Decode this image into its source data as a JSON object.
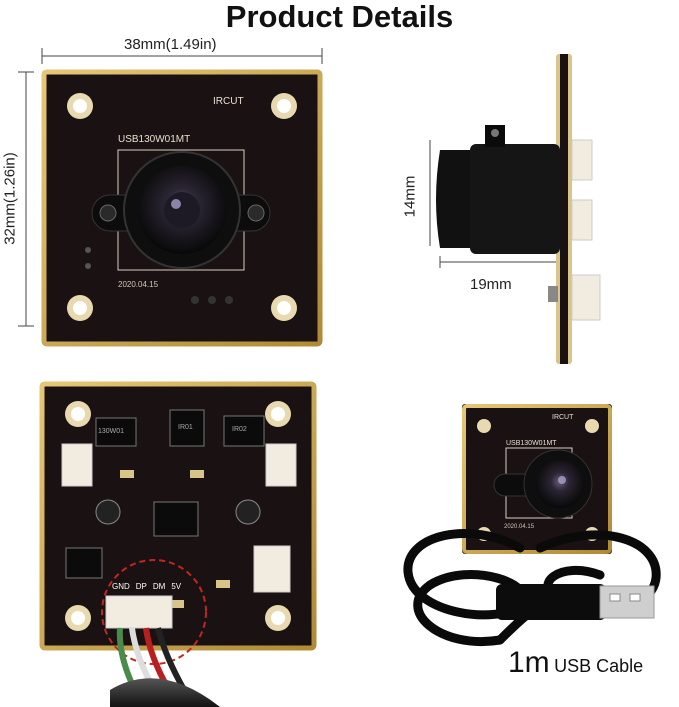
{
  "title": "Product Details",
  "front_view": {
    "width_label": "38mm(1.49in)",
    "height_label": "32mm(1.26in)",
    "silkscreen_ircut": "IRCUT",
    "silkscreen_model": "USB130W01MT",
    "silkscreen_date": "2020.04.15"
  },
  "side_view": {
    "height_label": "14mm",
    "depth_label": "19mm"
  },
  "back_view": {
    "pin_labels": [
      "GND",
      "DP",
      "DM",
      "5V"
    ],
    "chip_labels": [
      "130W01",
      "IR01",
      "IR02"
    ]
  },
  "cable_view": {
    "silkscreen_ircut": "IRCUT",
    "silkscreen_model": "USB130W01MT",
    "silkscreen_date": "2020.04.15",
    "length": "1m",
    "cable_type": "USB Cable"
  },
  "colors": {
    "board": "#1a1212",
    "gold": "#c9a24a",
    "pad": "#e8d9b0"
  }
}
